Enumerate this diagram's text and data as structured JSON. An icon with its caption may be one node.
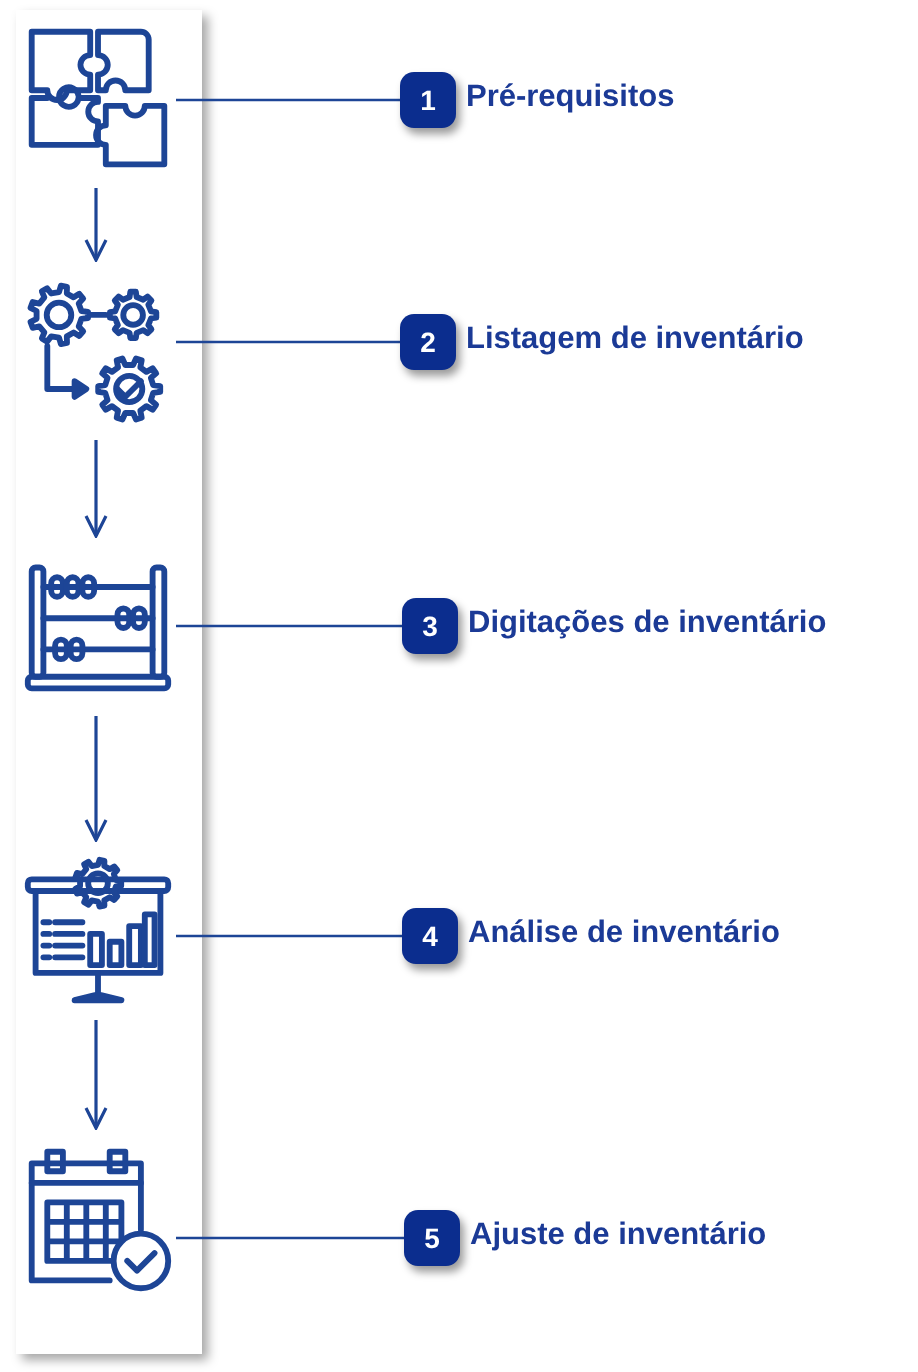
{
  "diagram": {
    "nodes": [
      {
        "text": [],
        "shape": "picture"
      },
      {
        "text": [],
        "shape": "picture"
      },
      {
        "text": [],
        "shape": "picture"
      },
      {
        "text": [],
        "shape": "picture"
      },
      {
        "text": [],
        "shape": "picture"
      },
      {
        "text": [
          "1"
        ],
        "beside": [
          "Pré-requisitos"
        ]
      },
      {
        "text": [
          "2"
        ],
        "beside": [
          "Listagem de inventário"
        ]
      },
      {
        "text": [
          "3"
        ],
        "beside": [
          "Digitações de inventário"
        ]
      },
      {
        "text": [
          "4"
        ],
        "beside": [
          "Análise de inventário"
        ]
      },
      {
        "text": [
          "5"
        ],
        "beside": [
          "Ajuste de inventário"
        ]
      }
    ],
    "edges": [
      {
        "from": 0,
        "to": 1,
        "arrow": "to"
      },
      {
        "from": 1,
        "to": 2,
        "arrow": "to"
      },
      {
        "from": 2,
        "to": 3,
        "arrow": "to"
      },
      {
        "from": 3,
        "to": 4,
        "arrow": "to"
      },
      {
        "from": 0,
        "to": 5,
        "arrow": "none"
      },
      {
        "from": 1,
        "to": 6,
        "arrow": "none"
      },
      {
        "from": 2,
        "to": 7,
        "arrow": "none"
      },
      {
        "from": 3,
        "to": 8,
        "arrow": "none"
      },
      {
        "from": 4,
        "to": 9,
        "arrow": "none"
      }
    ]
  }
}
